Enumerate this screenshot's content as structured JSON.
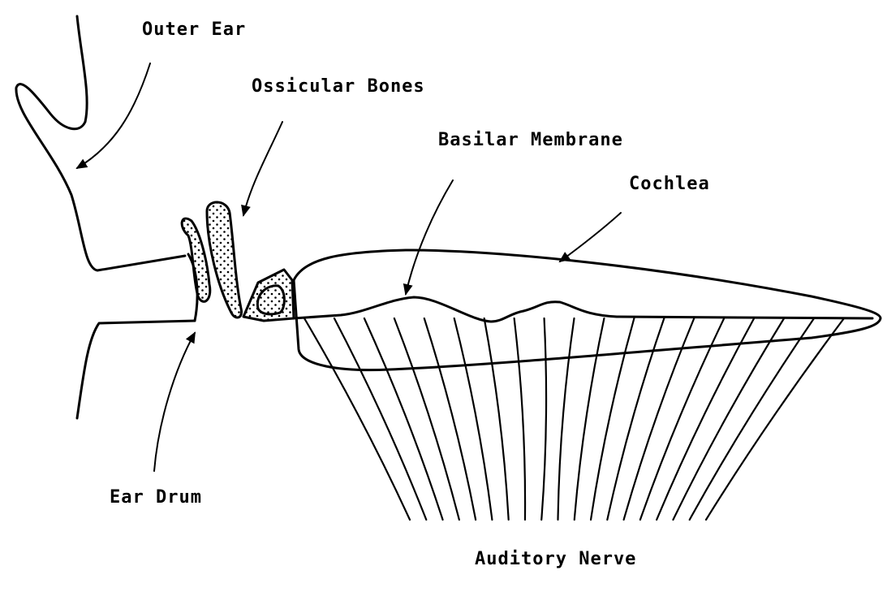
{
  "labels": {
    "outer_ear": "Outer Ear",
    "ossicular_bones": "Ossicular Bones",
    "basilar_membrane": "Basilar Membrane",
    "cochlea": "Cochlea",
    "ear_drum": "Ear Drum",
    "auditory_nerve": "Auditory Nerve"
  },
  "colors": {
    "ink": "#000000",
    "background": "#ffffff"
  }
}
